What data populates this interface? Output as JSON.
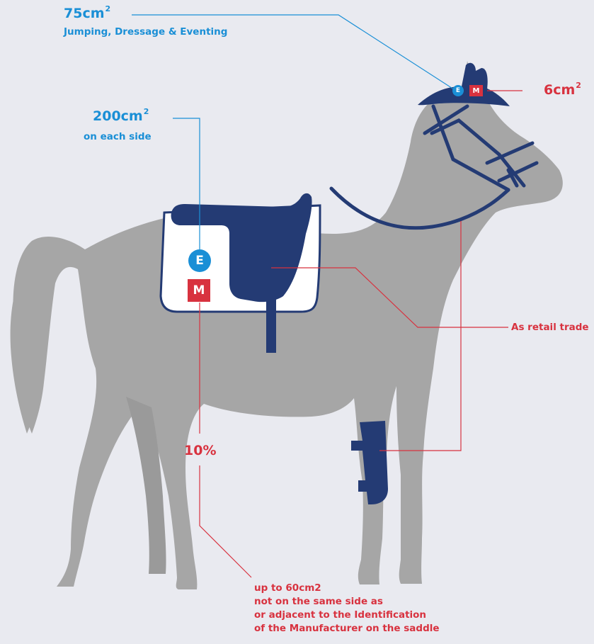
{
  "labels": {
    "helmet_area": {
      "value": "75cm",
      "sup": "2",
      "desc": "Jumping, Dressage & Eventing"
    },
    "saddle_area": {
      "value": "200cm",
      "sup": "2",
      "desc": "on each side"
    },
    "bridle_area": {
      "value": "6cm",
      "sup": "2"
    },
    "retail": "As retail trade",
    "percent": "10%",
    "note_lines": [
      "up to 60cm2",
      "not on the same side as",
      "or adjacent to the Identification",
      "of the Manufacturer on the saddle"
    ]
  },
  "badges": {
    "e_letter": "E",
    "m_letter": "M"
  },
  "colors": {
    "background": "#e9eaf0",
    "horse": "#a6a6a6",
    "tack": "#243b74",
    "blue": "#1a8fd6",
    "red": "#d8323f"
  }
}
